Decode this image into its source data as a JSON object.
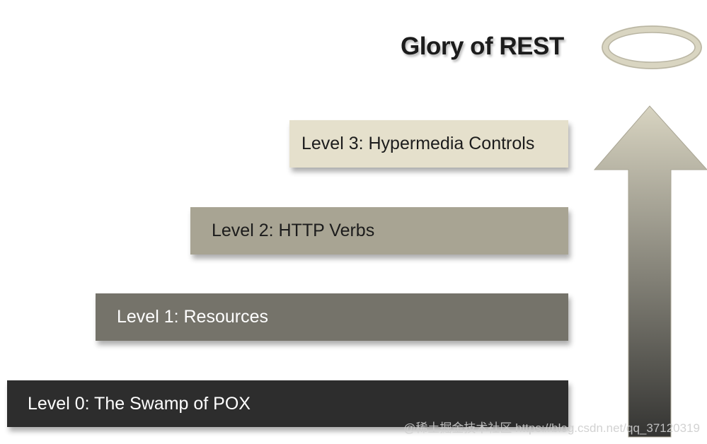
{
  "title": "Glory of REST",
  "levels": [
    {
      "label": "Level 3: Hypermedia Controls",
      "bg": "#e5e0cc",
      "fg": "#1c1c1c"
    },
    {
      "label": "Level 2: HTTP Verbs",
      "bg": "#a8a493",
      "fg": "#1c1c1c"
    },
    {
      "label": "Level 1: Resources",
      "bg": "#75736a",
      "fg": "#ffffff"
    },
    {
      "label": "Level 0: The Swamp of POX",
      "bg": "#2d2d2d",
      "fg": "#ffffff"
    }
  ],
  "arrow": {
    "top_color": "#d8d4c1",
    "bottom_color": "#343432"
  },
  "halo": {
    "color": "#d9d5c1"
  },
  "watermark": "@稀土掘金技术社区 https://blog.csdn.net/qq_37120319"
}
